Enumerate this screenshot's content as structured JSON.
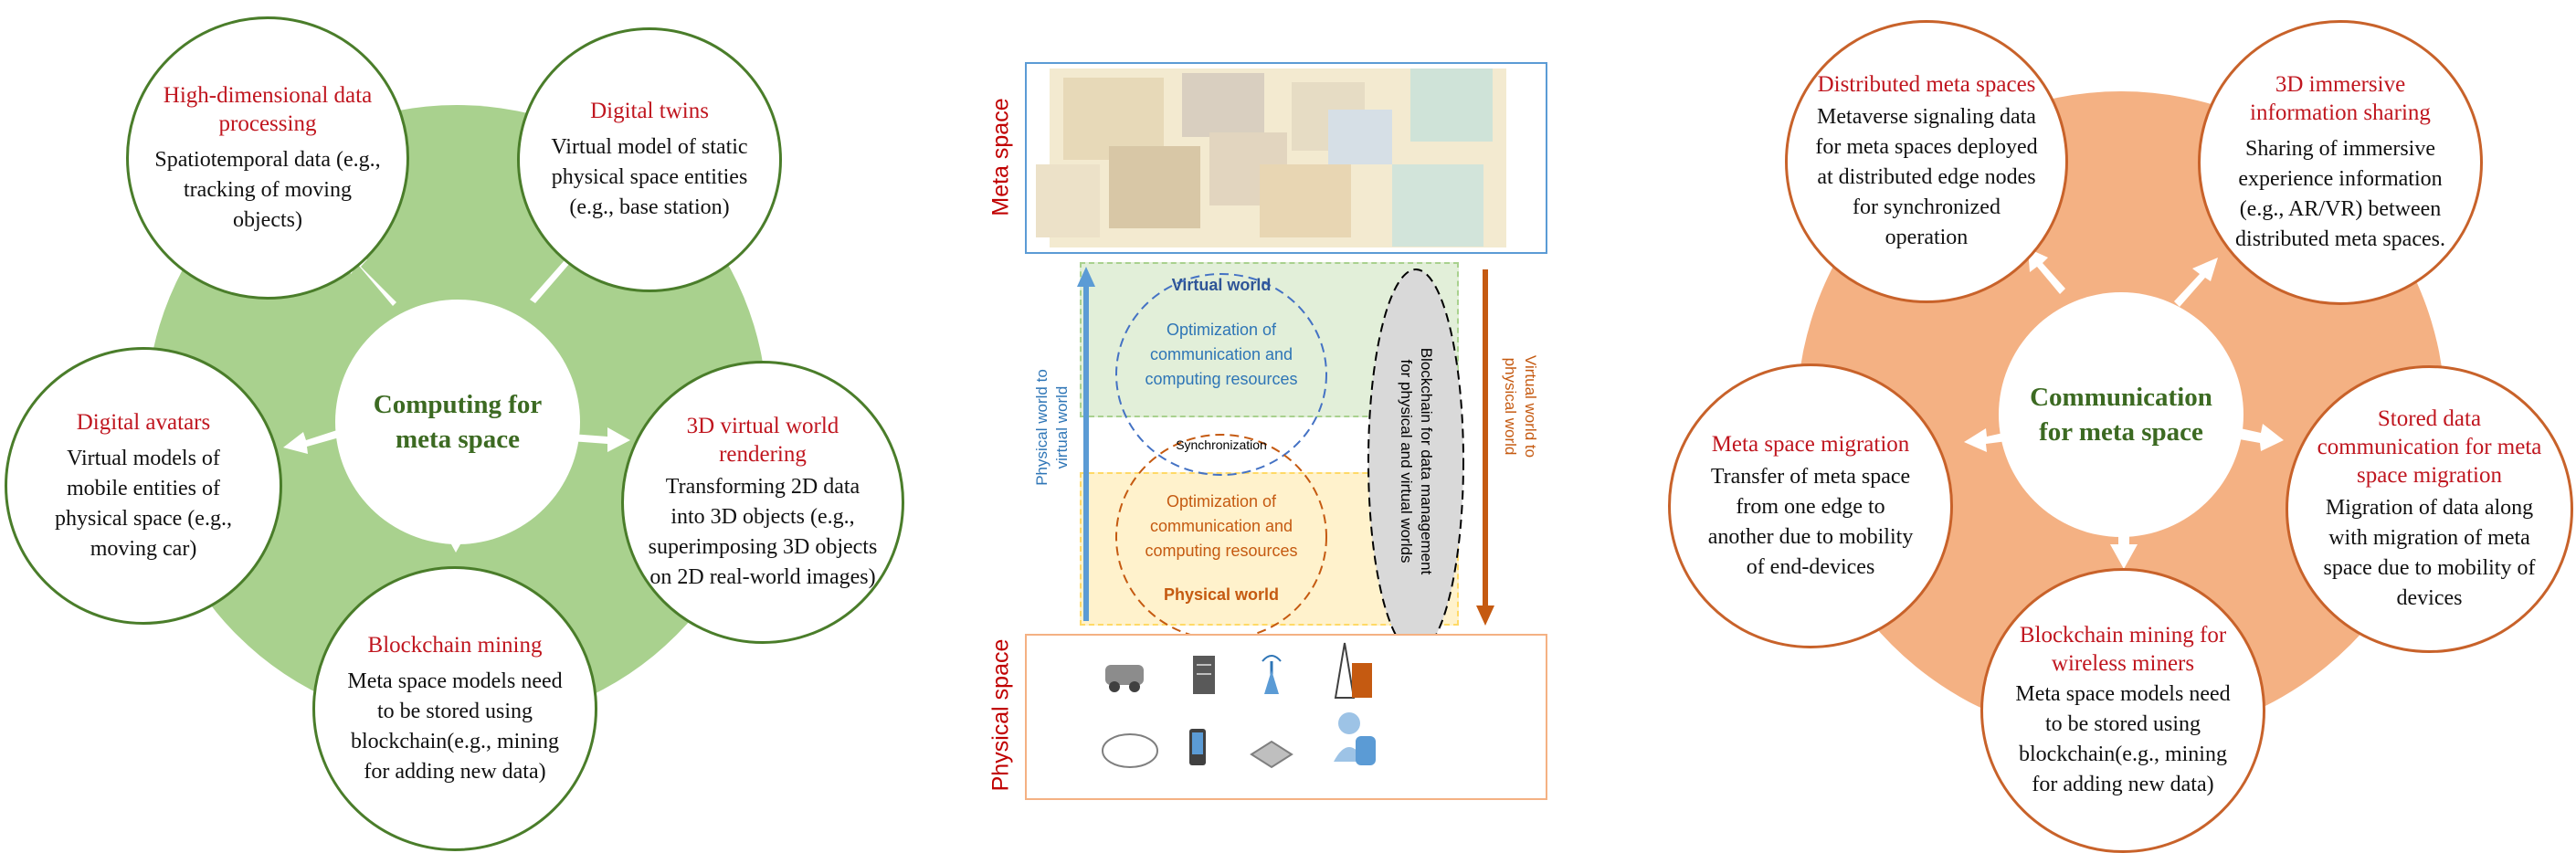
{
  "colors": {
    "green_ring": "#a9d18e",
    "green_border": "#4a7d2a",
    "orange_ring": "#f4b183",
    "orange_border": "#c8622a",
    "title_red": "#c0161f",
    "hub_green": "#3c6a22",
    "blue": "#2e75b6",
    "orange_text": "#c55a11"
  },
  "left_panel": {
    "hub": "Computing for meta space",
    "nodes": [
      {
        "title": "High-dimensional data processing",
        "body": "Spatiotemporal data (e.g., tracking of moving objects)"
      },
      {
        "title": "Digital twins",
        "body": "Virtual model of static physical space entities (e.g., base station)"
      },
      {
        "title": "3D virtual world rendering",
        "body": "Transforming 2D data into 3D objects (e.g., superimposing 3D objects on 2D real-world images)"
      },
      {
        "title": "Blockchain mining",
        "body": "Meta space models need to be stored using blockchain(e.g., mining for adding new data)"
      },
      {
        "title": "Digital avatars",
        "body": "Virtual models of mobile entities of physical space (e.g., moving car)"
      }
    ]
  },
  "middle_panel": {
    "meta_space_label": "Meta space",
    "physical_space_label": "Physical space",
    "virtual_world": "Virtual world",
    "physical_world": "Physical world",
    "opt_virtual": "Optimization of communication and computing resources",
    "opt_physical": "Optimization of communication and computing resources",
    "synchronization": "Synchronization",
    "blockchain": "Blockchain for data management for physical and virtual worlds",
    "left_arrow": "Physical world to virtual world",
    "right_arrow": "Virtual world to physical world",
    "devices": [
      "car-icon",
      "server-icon",
      "antenna-icon",
      "tower-icon",
      "cloud-icon",
      "phone-icon",
      "router-icon",
      "user-database-icon"
    ]
  },
  "right_panel": {
    "hub": "Communication for meta space",
    "nodes": [
      {
        "title": "Distributed meta spaces",
        "body": "Metaverse signaling data for meta spaces deployed at distributed edge nodes for synchronized operation"
      },
      {
        "title": "3D immersive information sharing",
        "body": "Sharing of immersive experience information (e.g., AR/VR) between distributed meta spaces."
      },
      {
        "title": "Stored data communication for meta space migration",
        "body": "Migration of data along with migration of meta space due to mobility of devices"
      },
      {
        "title": "Blockchain mining for wireless miners",
        "body": "Meta space models need to be stored using blockchain(e.g., mining for adding new data)"
      },
      {
        "title": "Meta space migration",
        "body": "Transfer of meta space from one edge to another due to mobility of end-devices"
      }
    ]
  }
}
